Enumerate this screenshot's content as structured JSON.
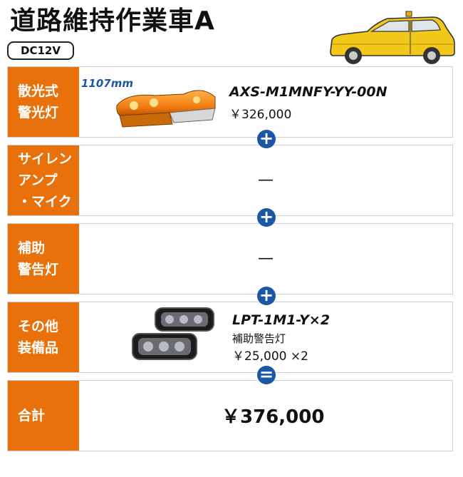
{
  "title": "道路維持作業車A",
  "voltage": "DC12V",
  "rows": {
    "lightbar": {
      "label": "散光式\n警光灯",
      "length": "1107mm",
      "model": "AXS-M1MNFY-YY-00N",
      "price": "￥326,000"
    },
    "siren": {
      "label": "サイレン\nアンプ\n・マイク",
      "value": "—"
    },
    "aux": {
      "label": "補助\n警告灯",
      "value": "—"
    },
    "other": {
      "label": "その他\n装備品",
      "model": "LPT-1M1-Y×2",
      "description": "補助警告灯",
      "price": "￥25,000 ×2"
    },
    "total": {
      "label": "合計",
      "price": "￥376,000"
    }
  },
  "connectors": [
    "+",
    "+",
    "+",
    "="
  ],
  "colors": {
    "label_bg": "#e8710b",
    "connector_bg": "#1a57a6",
    "car_body": "#f2c81a"
  }
}
